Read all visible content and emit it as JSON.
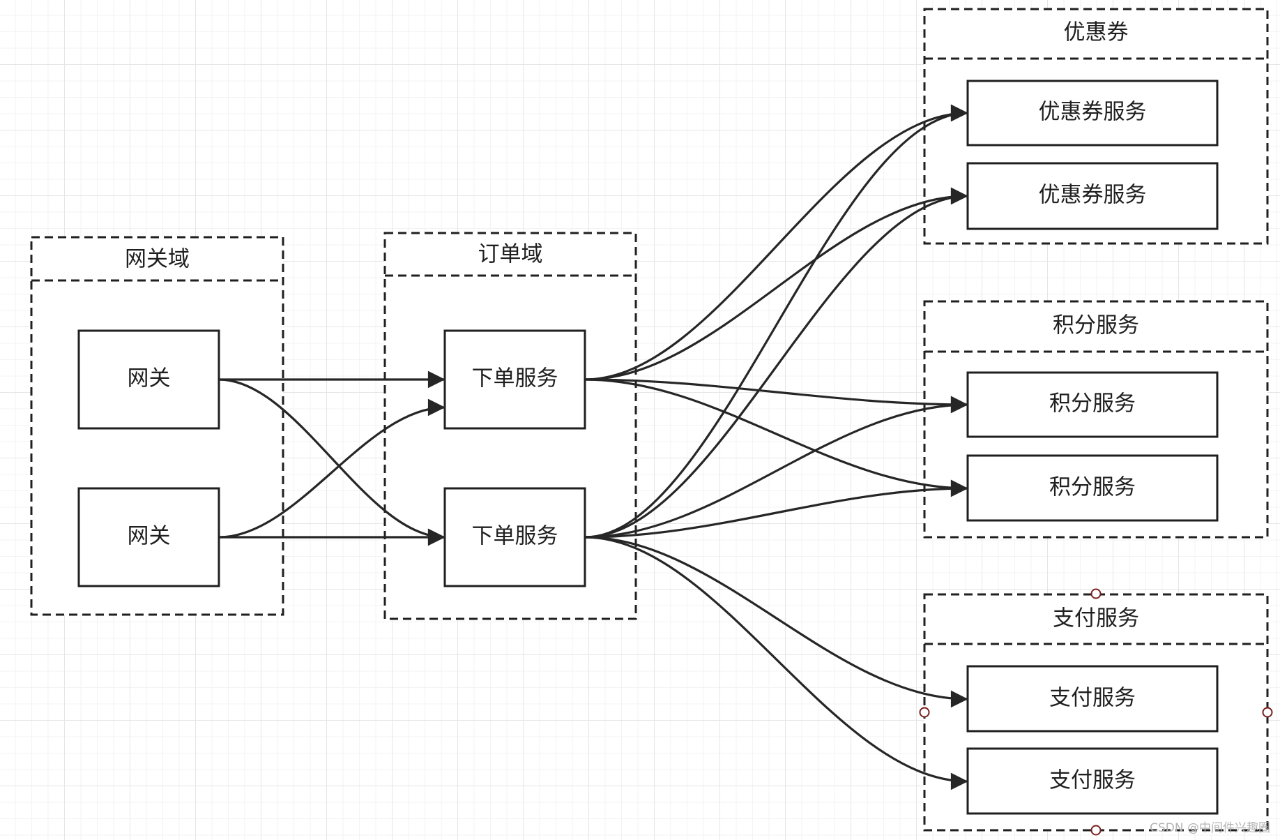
{
  "groups": {
    "gateway_domain": {
      "title": "网关域"
    },
    "order_domain": {
      "title": "订单域"
    },
    "coupon": {
      "title": "优惠券"
    },
    "points": {
      "title": "积分服务"
    },
    "payment": {
      "title": "支付服务"
    }
  },
  "nodes": {
    "gateway_1": {
      "label": "网关"
    },
    "gateway_2": {
      "label": "网关"
    },
    "order_1": {
      "label": "下单服务"
    },
    "order_2": {
      "label": "下单服务"
    },
    "coupon_1": {
      "label": "优惠券服务"
    },
    "coupon_2": {
      "label": "优惠券服务"
    },
    "points_1": {
      "label": "积分服务"
    },
    "points_2": {
      "label": "积分服务"
    },
    "payment_1": {
      "label": "支付服务"
    },
    "payment_2": {
      "label": "支付服务"
    }
  },
  "edges": [
    {
      "from": "gateway_1",
      "to": "order_1"
    },
    {
      "from": "gateway_1",
      "to": "order_2"
    },
    {
      "from": "gateway_2",
      "to": "order_1"
    },
    {
      "from": "gateway_2",
      "to": "order_2"
    },
    {
      "from": "order_1",
      "to": "coupon_1"
    },
    {
      "from": "order_1",
      "to": "coupon_2"
    },
    {
      "from": "order_1",
      "to": "points_1"
    },
    {
      "from": "order_1",
      "to": "points_2"
    },
    {
      "from": "order_2",
      "to": "coupon_1"
    },
    {
      "from": "order_2",
      "to": "coupon_2"
    },
    {
      "from": "order_2",
      "to": "points_1"
    },
    {
      "from": "order_2",
      "to": "points_2"
    },
    {
      "from": "order_2",
      "to": "payment_1"
    },
    {
      "from": "order_2",
      "to": "payment_2"
    }
  ],
  "colors": {
    "line": "#262626",
    "border": "#1f1f1f",
    "handle": "#7a2020",
    "grid": "#e6e6e6"
  },
  "watermark": "CSDN @中间件兴趣圈"
}
